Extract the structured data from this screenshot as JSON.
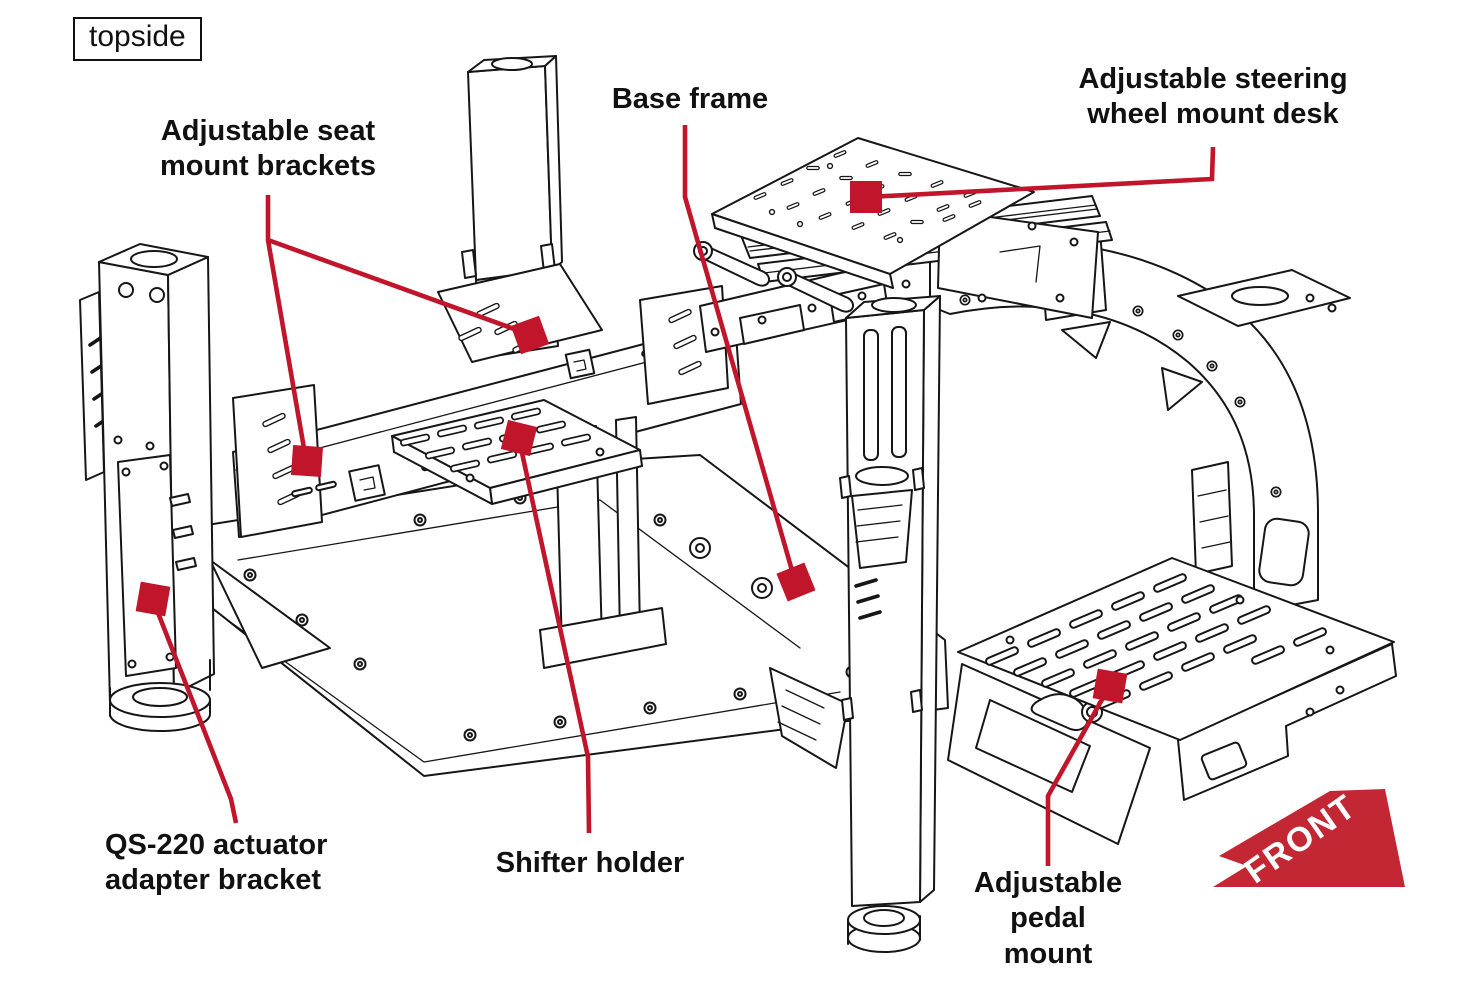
{
  "view_label": "topside",
  "callouts": [
    {
      "id": "seat-mount-brackets",
      "lines": [
        "Adjustable seat",
        "mount brackets"
      ]
    },
    {
      "id": "base-frame",
      "lines": [
        "Base frame"
      ]
    },
    {
      "id": "steering-wheel-mount-desk",
      "lines": [
        "Adjustable steering",
        "wheel mount desk"
      ]
    },
    {
      "id": "qs220-actuator-adapter-bracket",
      "lines": [
        "QS-220 actuator",
        "adapter bracket"
      ]
    },
    {
      "id": "shifter-holder",
      "lines": [
        "Shifter holder"
      ]
    },
    {
      "id": "pedal-mount",
      "lines": [
        "Adjustable",
        "pedal",
        "mount"
      ]
    }
  ],
  "front_arrow": {
    "label": "FRONT"
  },
  "colors": {
    "leader_red": "#c0152a",
    "arrow_red": "#c22733",
    "ink": "#161616",
    "background": "#ffffff",
    "arrow_text_color": "#ffffff",
    "label_text_color": "#111111"
  }
}
